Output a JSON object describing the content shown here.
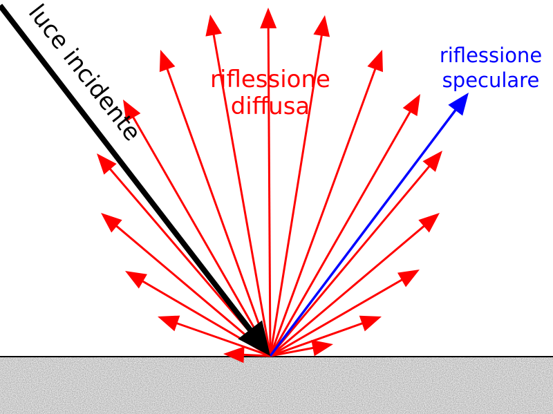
{
  "labels": {
    "incident": "luce incidente",
    "diffuse_line1": "riflessione",
    "diffuse_line2": "diffusa",
    "specular_line1": "riflessione",
    "specular_line2": "speculare"
  },
  "colors": {
    "incident": "#000000",
    "diffuse": "#ff0000",
    "specular": "#0000ff",
    "surface_line": "#000000",
    "surface_texture": "#8a8a8a"
  }
}
